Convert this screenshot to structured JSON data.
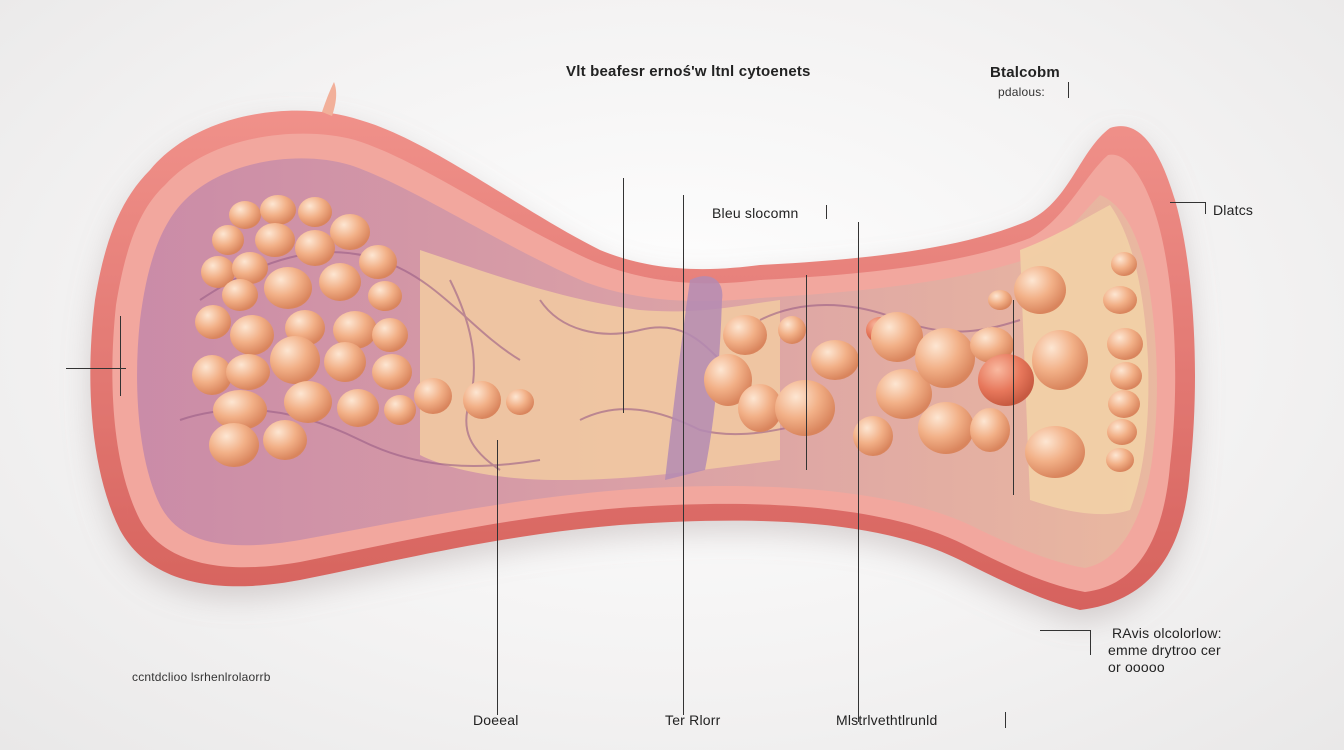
{
  "labels": {
    "top_center": "Vlt beafesr ernoś'w ltnl cytoenets",
    "top_right_line1": "Btalcobm",
    "top_right_line2": "pdalous:",
    "mid_center": "Bleu slocomn",
    "right_side": "Dlatcs",
    "bottom_right_line1": "RAvis olcolorlow:",
    "bottom_right_line2": "emme drytroo cer",
    "bottom_right_line3": "or ooooo",
    "bottom_left": "ccntdclioo  lsrhenlrolaorrb",
    "bottom_1": "Doeeal",
    "bottom_2": "Ter Rlorr",
    "bottom_3": "Mlstrlvethtlrunld"
  },
  "colors": {
    "outer_wall": "#e57a76",
    "inner_wall": "#f2a79e",
    "vascular": "#b38aa8",
    "cells": "#f4b189",
    "stroma": "#f1c9a2",
    "background": "#f4f3f3"
  }
}
